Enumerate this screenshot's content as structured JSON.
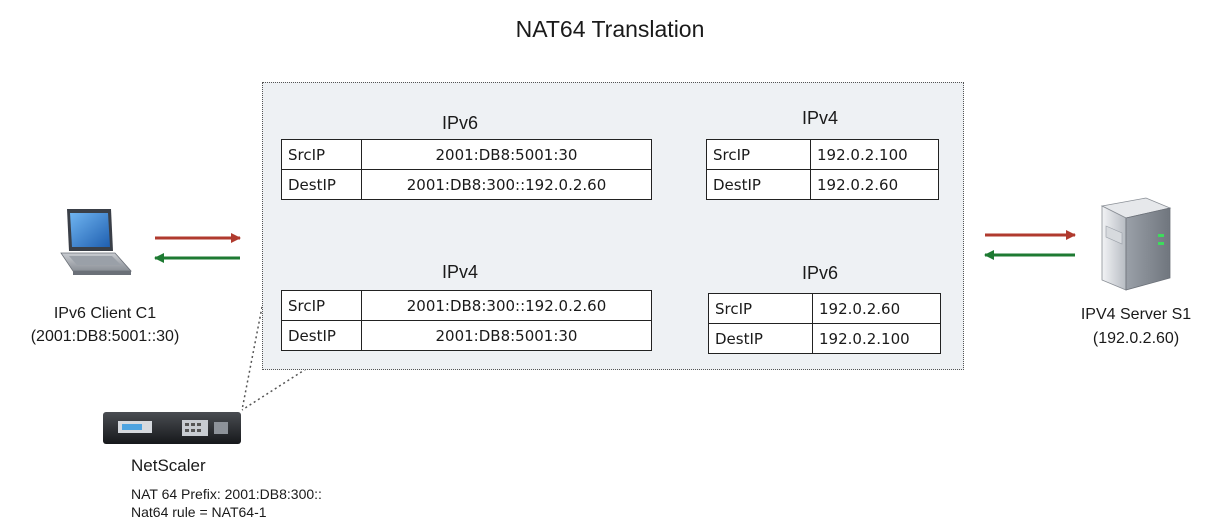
{
  "title": "NAT64 Translation",
  "top_section": {
    "left_label": "IPv6",
    "right_label": "IPv4",
    "left_table": [
      {
        "field": "SrcIP",
        "value": "2001:DB8:5001:30"
      },
      {
        "field": "DestIP",
        "value": "2001:DB8:300::192.0.2.60"
      }
    ],
    "right_table": [
      {
        "field": "SrcIP",
        "value": "192.0.2.100"
      },
      {
        "field": "DestIP",
        "value": "192.0.2.60"
      }
    ]
  },
  "bottom_section": {
    "left_label": "IPv4",
    "right_label": "IPv6",
    "left_table": [
      {
        "field": "SrcIP",
        "value": "2001:DB8:300::192.0.2.60"
      },
      {
        "field": "DestIP",
        "value": "2001:DB8:5001:30"
      }
    ],
    "right_table": [
      {
        "field": "SrcIP",
        "value": "192.0.2.60"
      },
      {
        "field": "DestIP",
        "value": "192.0.2.100"
      }
    ]
  },
  "client": {
    "name": "IPv6 Client C1",
    "address": "(2001:DB8:5001::30)"
  },
  "server": {
    "name": "IPV4 Server S1",
    "address": "(192.0.2.60)"
  },
  "netscaler": {
    "name": "NetScaler",
    "prefix": "NAT 64 Prefix: 2001:DB8:300::",
    "rule": "Nat64 rule = NAT64-1"
  },
  "colors": {
    "request_arrow": "#b03a2e",
    "response_arrow": "#1e7a32",
    "panel_bg": "#eef1f4"
  },
  "icons": [
    "laptop-icon",
    "server-icon",
    "netscaler-appliance-icon"
  ]
}
